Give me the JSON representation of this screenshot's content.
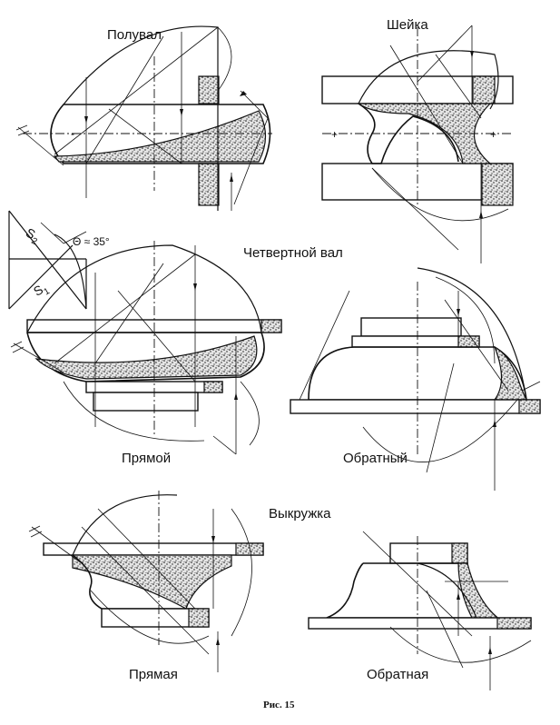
{
  "figure": {
    "caption": "Рис. 15",
    "section_titles": {
      "quarter_round": "Четвертной вал",
      "cavetto": "Выкружка"
    }
  },
  "panels": [
    {
      "id": "poluval",
      "label": "Полувал"
    },
    {
      "id": "sheyka",
      "label": "Шейка"
    },
    {
      "id": "pryamoy",
      "label": "Прямой"
    },
    {
      "id": "obratny",
      "label": "Обратный"
    },
    {
      "id": "pryamaya",
      "label": "Прямая"
    },
    {
      "id": "obratnaya",
      "label": "Обратная"
    }
  ],
  "inset": {
    "s1": "S",
    "s1_sub": "1",
    "s2": "S",
    "s2_sub": "2",
    "theta": "Θ ≈ 35°"
  }
}
